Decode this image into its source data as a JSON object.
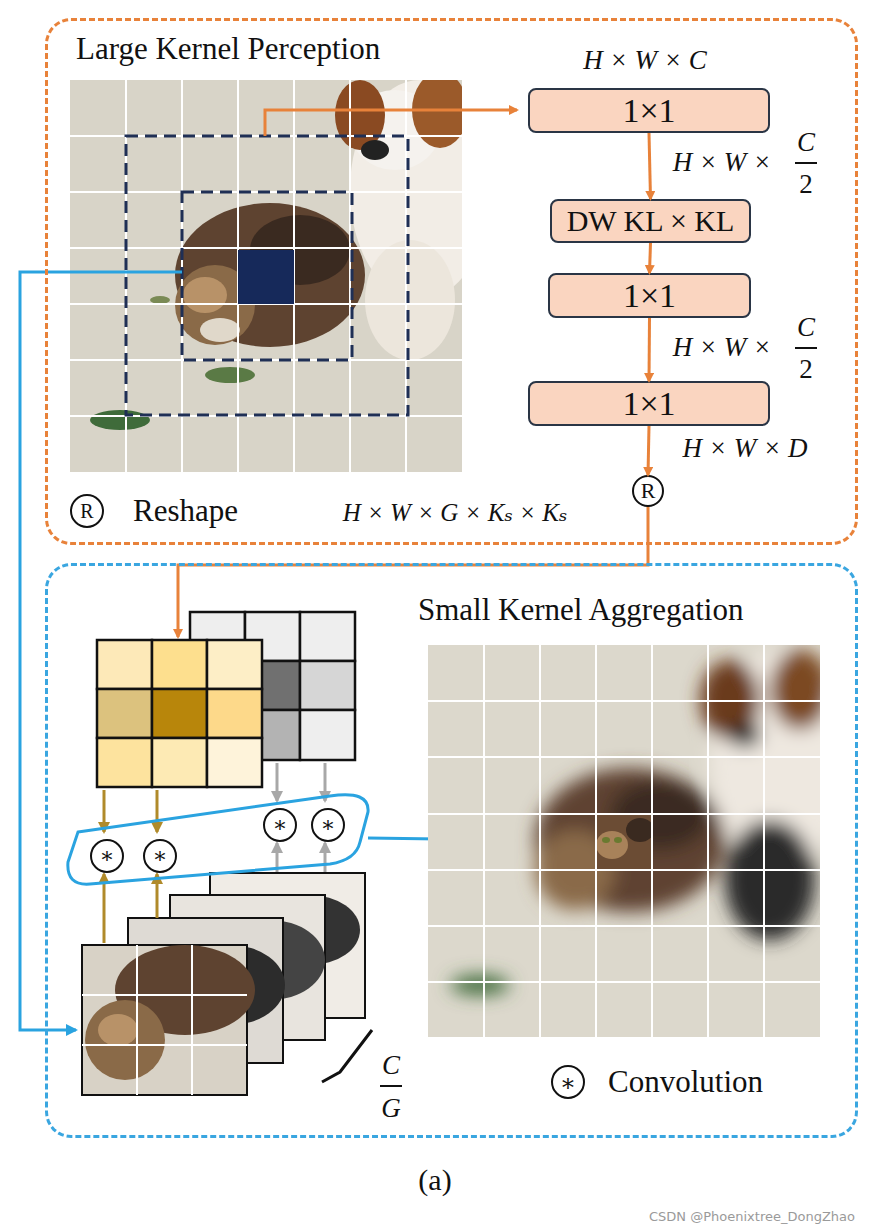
{
  "diagram": {
    "caption": "(a)",
    "nodes": [
      {
        "text": [
          "Large Kernel Perception"
        ]
      },
      {
        "text": [
          "1×1"
        ],
        "in": 0
      },
      {
        "text": [
          "DW KL × KL"
        ],
        "in": 0
      },
      {
        "text": [
          "1×1"
        ],
        "in": 0
      },
      {
        "text": [
          "1×1"
        ],
        "in": 0
      },
      {
        "text": [
          "R"
        ],
        "in": 0
      },
      {
        "text": [
          "Small Kernel Aggregation"
        ]
      },
      {
        "text": [
          "∗"
        ],
        "in": 6
      },
      {
        "text": [
          "∗"
        ],
        "in": 6
      },
      {
        "text": [
          "∗"
        ],
        "in": 6
      },
      {
        "text": [
          "∗"
        ],
        "in": 6
      }
    ],
    "edges": [
      {
        "from": 1,
        "to": 2,
        "arrow": "to"
      },
      {
        "from": 2,
        "to": 3,
        "arrow": "to"
      },
      {
        "from": 3,
        "to": 4,
        "arrow": "to"
      },
      {
        "from": 4,
        "to": 5,
        "arrow": "to"
      }
    ],
    "labels": [
      "H × W × C",
      "H × W ×",
      "C",
      "2",
      "H × W ×",
      "C",
      "2",
      "H × W × D",
      "R",
      "H × W × G × Kₛ × Kₛ",
      "C",
      "G",
      "∗",
      "CSDN @Phoenixtree_DongZhao"
    ],
    "legend": [
      {
        "text": "Reshape"
      },
      {
        "text": "Convolution"
      }
    ]
  }
}
